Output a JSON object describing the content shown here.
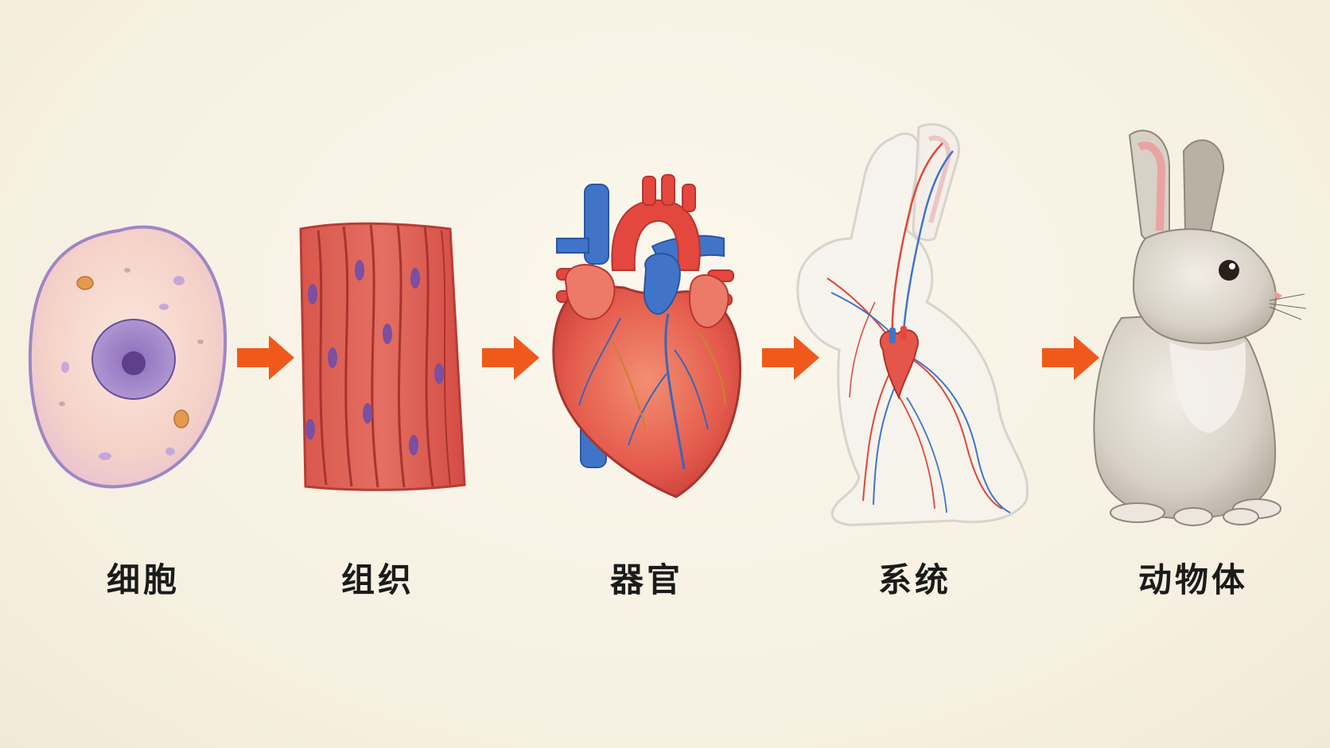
{
  "stages": [
    {
      "label": "细胞",
      "icon": "animal-cell-icon"
    },
    {
      "label": "组织",
      "icon": "muscle-tissue-icon"
    },
    {
      "label": "器官",
      "icon": "heart-icon"
    },
    {
      "label": "系统",
      "icon": "circulatory-system-rabbit-icon"
    },
    {
      "label": "动物体",
      "icon": "rabbit-icon"
    }
  ],
  "arrow_icon": "right-arrow-icon",
  "colors": {
    "background": "#f8f2e4",
    "arrow": "#ef5a1c",
    "artery": "#e2453a",
    "vein": "#3f74c9",
    "cell_membrane": "#a58cc6",
    "nucleus": "#7a5aa8",
    "tissue": "#d9564d",
    "rabbit_fur": "#cfc8bc"
  }
}
